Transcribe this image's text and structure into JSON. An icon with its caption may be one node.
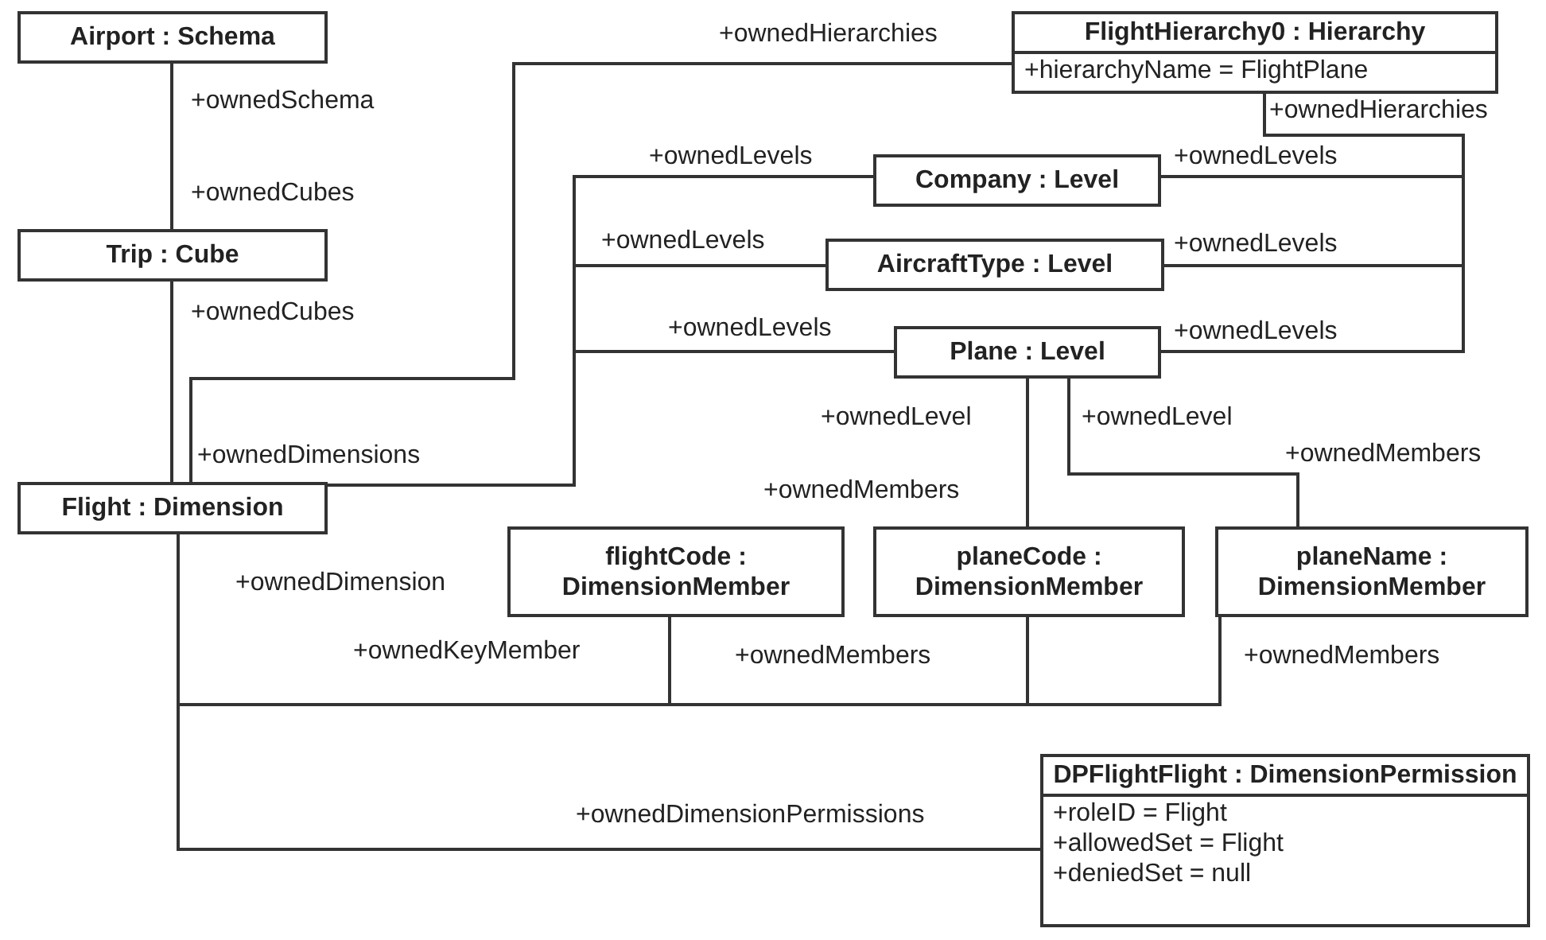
{
  "diagram": {
    "nodes": [
      {
        "text": [
          "Airport : Schema"
        ]
      },
      {
        "text": [
          "Trip : Cube"
        ]
      },
      {
        "text": [
          "Flight : Dimension"
        ]
      },
      {
        "text": [
          "FlightHierarchy0 : Hierarchy",
          "+hierarchyName = FlightPlane"
        ]
      },
      {
        "text": [
          "Company : Level"
        ]
      },
      {
        "text": [
          "AircraftType : Level"
        ]
      },
      {
        "text": [
          "Plane : Level"
        ]
      },
      {
        "text": [
          "flightCode : DimensionMember"
        ]
      },
      {
        "text": [
          "planeCode : DimensionMember"
        ]
      },
      {
        "text": [
          "planeName : DimensionMember"
        ]
      },
      {
        "text": [
          "DPFlightFlight : DimensionPermission",
          "+roleID = Flight",
          "+allowedSet = Flight",
          "+deniedSet = null"
        ]
      }
    ],
    "edges": [
      {
        "from": 0,
        "to": 1,
        "arrow": "none"
      },
      {
        "from": 1,
        "to": 2,
        "arrow": "none"
      },
      {
        "from": 2,
        "to": 3,
        "arrow": "none"
      },
      {
        "from": 3,
        "to": 4,
        "arrow": "none"
      },
      {
        "from": 3,
        "to": 5,
        "arrow": "none"
      },
      {
        "from": 3,
        "to": 6,
        "arrow": "none"
      },
      {
        "from": 2,
        "to": 4,
        "arrow": "none"
      },
      {
        "from": 2,
        "to": 5,
        "arrow": "none"
      },
      {
        "from": 2,
        "to": 6,
        "arrow": "none"
      },
      {
        "from": 6,
        "to": 8,
        "arrow": "none"
      },
      {
        "from": 6,
        "to": 9,
        "arrow": "none"
      },
      {
        "from": 2,
        "to": 7,
        "arrow": "none"
      },
      {
        "from": 2,
        "to": 8,
        "arrow": "none"
      },
      {
        "from": 2,
        "to": 9,
        "arrow": "none"
      },
      {
        "from": 2,
        "to": 10,
        "arrow": "none"
      }
    ],
    "labels": [
      "+ownedHierarchies",
      "+ownedSchema",
      "+ownedHierarchies",
      "+ownedLevels",
      "+ownedLevels",
      "+ownedCubes",
      "+ownedLevels",
      "+ownedLevels",
      "+ownedCubes",
      "+ownedLevels",
      "+ownedLevels",
      "+ownedLevel",
      "+ownedLevel",
      "+ownedDimensions",
      "+ownedMembers",
      "+ownedMembers",
      "+ownedDimension",
      "+ownedKeyMember",
      "+ownedMembers",
      "+ownedMembers",
      "+ownedDimensionPermissions"
    ]
  }
}
